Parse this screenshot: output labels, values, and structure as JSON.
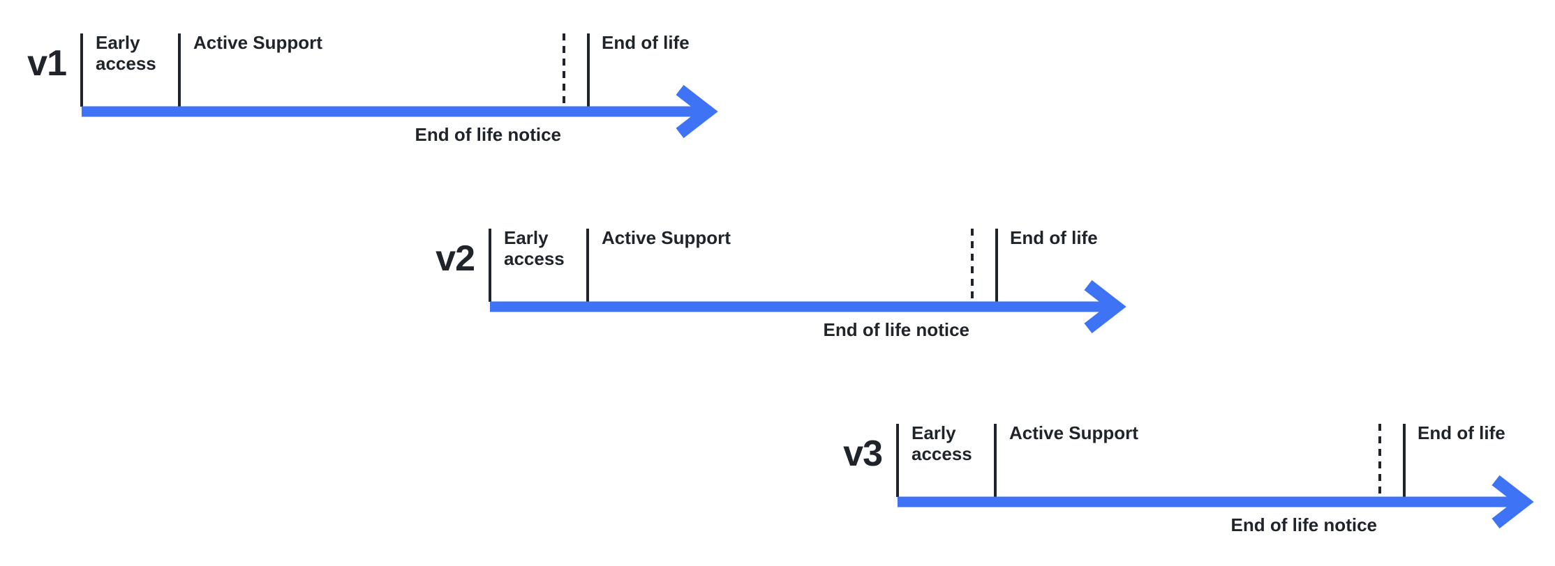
{
  "colors": {
    "arrow": "#3E73F5",
    "ink": "#1F232A",
    "background": "#FFFFFF"
  },
  "timelines": [
    {
      "version": "v1",
      "early_access_label": "Early access",
      "active_support_label": "Active Support",
      "end_of_life_label": "End of life",
      "end_of_life_notice_label": "End of life notice"
    },
    {
      "version": "v2",
      "early_access_label": "Early access",
      "active_support_label": "Active Support",
      "end_of_life_label": "End of life",
      "end_of_life_notice_label": "End of life notice"
    },
    {
      "version": "v3",
      "early_access_label": "Early access",
      "active_support_label": "Active Support",
      "end_of_life_label": "End of life",
      "end_of_life_notice_label": "End of life notice"
    }
  ]
}
